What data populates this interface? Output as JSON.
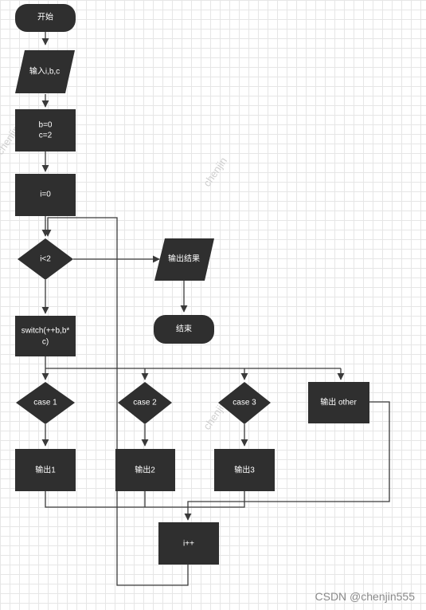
{
  "colors": {
    "node": "#2f2f2f",
    "line": "#3a3a3a",
    "watermark": "#cfcfcf"
  },
  "nodes": {
    "start": "开始",
    "input": "输入i,b,c",
    "init_bc": [
      "b=0",
      "c=2"
    ],
    "init_i": "i=0",
    "cond": "i<2",
    "output_result": "输出结果",
    "end": "结束",
    "switch": [
      "switch(++b,b*",
      "c)"
    ],
    "case1": "case 1",
    "case2": "case 2",
    "case3": "case 3",
    "out_other": "输出 other",
    "out1": "输出1",
    "out2": "输出2",
    "out3": "输出3",
    "incr": "i++"
  },
  "watermark": "chenjin",
  "credit": "CSDN @chenjin555"
}
